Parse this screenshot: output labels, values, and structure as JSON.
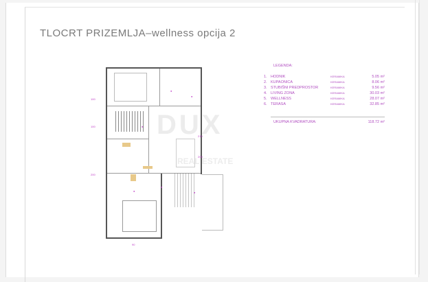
{
  "title": "TLOCRT PRIZEMLJA–wellness opcija 2",
  "legend": {
    "heading": "LEGENDA:",
    "rows": [
      {
        "num": "1.",
        "name": "HODNIK",
        "material": "KERAMIKA",
        "area": "5.05 m²"
      },
      {
        "num": "2.",
        "name": "KUPAONICA",
        "material": "KERAMIKA",
        "area": "8.06 m²"
      },
      {
        "num": "3.",
        "name": "STUBIŠNI PREDPROSTOR",
        "material": "KERAMIKA",
        "area": "9.56 m²"
      },
      {
        "num": "4.",
        "name": "LIVING ZONA",
        "material": "KERAMIKA",
        "area": "30.03 m²"
      },
      {
        "num": "5.",
        "name": "WELLNESS",
        "material": "KERAMIKA",
        "area": "28.07 m²"
      },
      {
        "num": "6.",
        "name": "TERASA",
        "material": "KERAMIKA",
        "area": "32.85 m²"
      }
    ],
    "total_label": "UKUPNA KVADRATURA:",
    "total_value": "118.72 m²"
  },
  "plan": {
    "dims": [
      "100",
      "100",
      "200",
      "200",
      "210",
      "90"
    ],
    "watermark": "DUX",
    "watermark_sub": "REAL ESTATE"
  },
  "colors": {
    "annotation": "#c040c8",
    "title": "#7a7a7a"
  }
}
